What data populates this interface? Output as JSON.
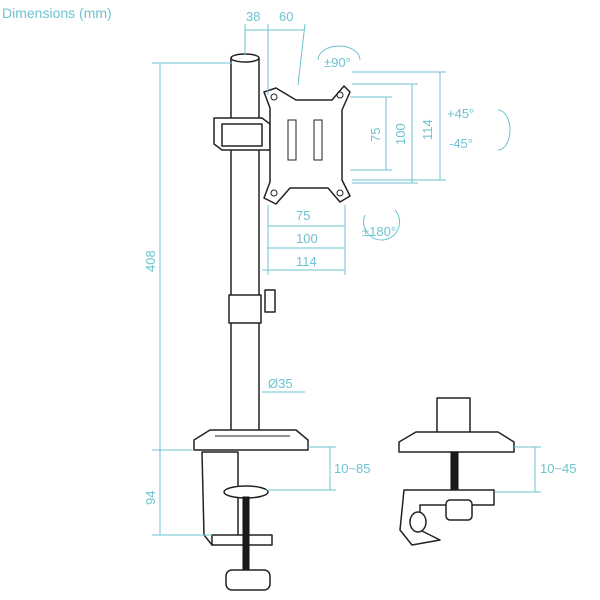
{
  "title": "Dimensions (mm)",
  "accent_color": "#6ec3d0",
  "dimensions": {
    "pole_offset": "38",
    "arm_offset": "60",
    "swivel": "±90°",
    "tilt_up": "+45°",
    "tilt_down": "-45°",
    "vesa_v_75": "75",
    "vesa_v_100": "100",
    "vesa_v_114": "114",
    "vesa_h_75": "75",
    "vesa_h_100": "100",
    "vesa_h_114": "114",
    "rotation": "±180°",
    "height": "408",
    "pole_diameter": "Ø35",
    "clamp_range": "10~85",
    "clamp_height": "94",
    "grommet_range": "10~45"
  }
}
